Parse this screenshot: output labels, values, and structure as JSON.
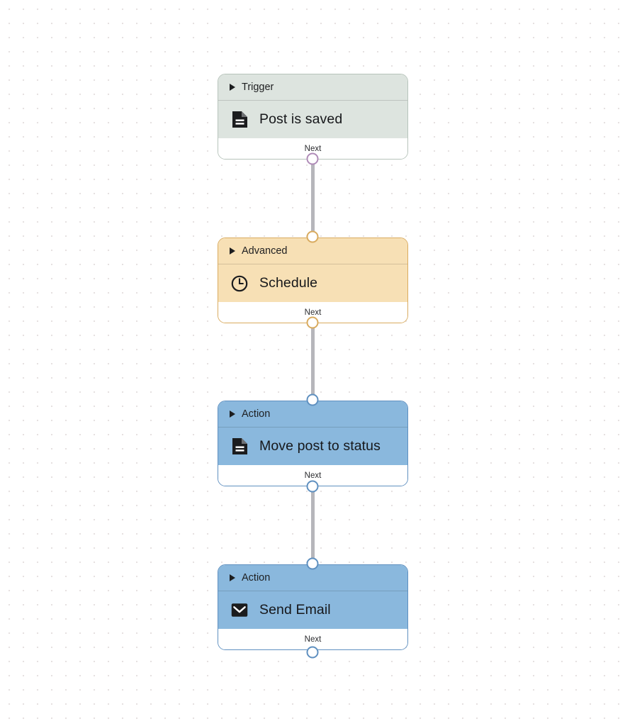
{
  "canvas": {
    "background_color": "#ffffff",
    "grid_dot_color": "#e6e1e1",
    "grid_spacing": 20
  },
  "palette": {
    "trigger_fill": "#dde4df",
    "trigger_border": "#b7c4bb",
    "trigger_port_ring": "#b08cb8",
    "advanced_fill": "#f7e0b5",
    "advanced_border": "#d9ab5f",
    "action_fill": "#8ab8dd",
    "action_border": "#5f90c0",
    "wire": "#b6b6bb",
    "port_fill": "#ffffff"
  },
  "workflow": {
    "nodes": [
      {
        "type_label": "Trigger",
        "title": "Post is saved",
        "icon": "document-icon",
        "footer_label": "Next",
        "variant": "trigger"
      },
      {
        "type_label": "Advanced",
        "title": "Schedule",
        "icon": "clock-icon",
        "footer_label": "Next",
        "variant": "advanced"
      },
      {
        "type_label": "Action",
        "title": "Move post to status",
        "icon": "document-icon",
        "footer_label": "Next",
        "variant": "action"
      },
      {
        "type_label": "Action",
        "title": "Send Email",
        "icon": "envelope-icon",
        "footer_label": "Next",
        "variant": "action"
      }
    ]
  }
}
